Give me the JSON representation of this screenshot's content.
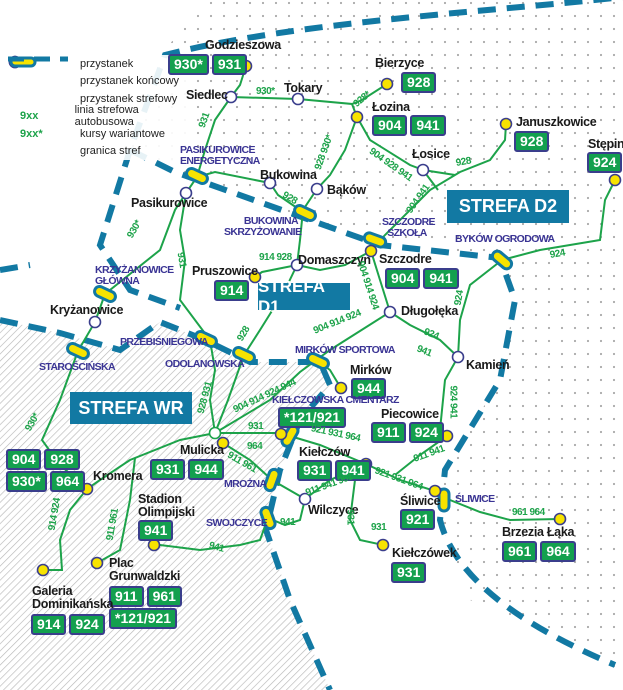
{
  "legend": {
    "items": [
      {
        "symbol": "stop-circle",
        "label": "przystanek"
      },
      {
        "symbol": "terminal-circle",
        "label": "przystanek końcowy"
      },
      {
        "symbol": "zone-stop-pill",
        "label": "przystanek strefowy"
      },
      {
        "symbol_text": "9xx",
        "label": "linia strefowa autobusowa"
      },
      {
        "symbol_text": "9xx*",
        "label": "kursy wariantowe"
      },
      {
        "symbol": "dashed-line",
        "label": "granica stref"
      }
    ]
  },
  "zones": {
    "d1": "STREFA D1",
    "d2": "STREFA D2",
    "wr": "STREFA WR"
  },
  "stops": {
    "godzieszowa": {
      "name": "Godzieszowa",
      "routes": [
        "930*",
        "931"
      ]
    },
    "siedlec": {
      "name": "Siedlec"
    },
    "tokary": {
      "name": "Tokary"
    },
    "bierzyce": {
      "name": "Bierzyce",
      "routes": [
        "928"
      ]
    },
    "lozina": {
      "name": "Łozina",
      "routes": [
        "904",
        "941"
      ]
    },
    "januszkowice": {
      "name": "Januszkowice",
      "routes": [
        "928"
      ]
    },
    "losice": {
      "name": "Łosice"
    },
    "stepin": {
      "name": "Stępin",
      "routes": [
        "924"
      ]
    },
    "bakow": {
      "name": "Bąków"
    },
    "bukowina": {
      "name": "Bukowina"
    },
    "pasikurowice": {
      "name": "Pasikurowice"
    },
    "szczodre": {
      "name": "Szczodre",
      "routes": [
        "904",
        "941"
      ]
    },
    "domaszczyn": {
      "name": "Domaszczyn"
    },
    "pruszowice": {
      "name": "Pruszowice",
      "routes": [
        "914"
      ]
    },
    "dlugoleka": {
      "name": "Długołęka"
    },
    "krzyzanowice": {
      "name": "Kryżanowice"
    },
    "mirkow": {
      "name": "Mirków",
      "routes": [
        "944"
      ]
    },
    "kamien": {
      "name": "Kamień"
    },
    "piecowice": {
      "name": "Piecowice",
      "routes": [
        "911",
        "924"
      ]
    },
    "mulicka": {
      "name": "Mulicka",
      "routes": [
        "931",
        "944"
      ]
    },
    "kielczow": {
      "name": "Kiełczów",
      "routes": [
        "931",
        "941"
      ]
    },
    "kromera": {
      "name": "Kromera",
      "routes": [
        "904",
        "928",
        "930*",
        "964"
      ]
    },
    "sliwice": {
      "name": "Śliwice",
      "routes": [
        "921"
      ]
    },
    "wilczyce": {
      "name": "Wilczyce"
    },
    "stadion": {
      "name": "Stadion Olimpijski",
      "routes": [
        "941"
      ]
    },
    "brzezia": {
      "name": "Brzezia Łąka",
      "routes": [
        "961",
        "964"
      ]
    },
    "kielczowek": {
      "name": "Kiełczówek",
      "routes": [
        "931"
      ]
    },
    "plac": {
      "name": "Plac Grunwaldzki",
      "routes": [
        "911",
        "961",
        "*121/921"
      ]
    },
    "galeria": {
      "name": "Galeria Dominikańska",
      "routes": [
        "914",
        "924"
      ]
    }
  },
  "zone_stops": {
    "pas_energ": "PASIKUROWICE ENERGETYCZNA",
    "buk_skrz": "BUKOWINA SKRZYŻOWANIE",
    "szcz_szkola": "SZCZODRE SZKOŁA",
    "bykow": "BYKÓW OGRODOWA",
    "krz_glowna": "KRZYŻANOWICE GŁÓWNA",
    "przebisniegowa": "PRZEBIŚNIEGOWA",
    "odolanowska": "ODOLANOWSKA",
    "staroscinska": "STAROŚCIŃSKA",
    "mirkow_sport": "MIRKÓW SPORTOWA",
    "kielcz_cm": {
      "name": "KIEŁCZOWSKA CMENTARZ",
      "routes": [
        "*121/921"
      ]
    },
    "mrozna": "MROŻNA",
    "swojczyce": "SWOJCZYCE",
    "sliwice": "ŚLIWICE"
  },
  "line_labels": [
    "930*",
    "931",
    "928*",
    "928 930*",
    "904 928 941",
    "928",
    "904 941",
    "928",
    "914 928",
    "930*",
    "931",
    "924",
    "904 914 924",
    "904 914 924",
    "924",
    "941",
    "924",
    "924 941",
    "928",
    "928 931",
    "904 914 924 944",
    "931",
    "964",
    "911 961",
    "921 931 964",
    "921 931 964",
    "911 941",
    "911 941 961",
    "931",
    "931",
    "941",
    "941",
    "961 964",
    "911 961",
    "914 924",
    "930*"
  ],
  "colors": {
    "route": "#13a04e",
    "boundary": "#1279a3",
    "terminal": "#f7e300",
    "stop_border": "#3a3e8c",
    "zone_text": "#3a3494"
  }
}
